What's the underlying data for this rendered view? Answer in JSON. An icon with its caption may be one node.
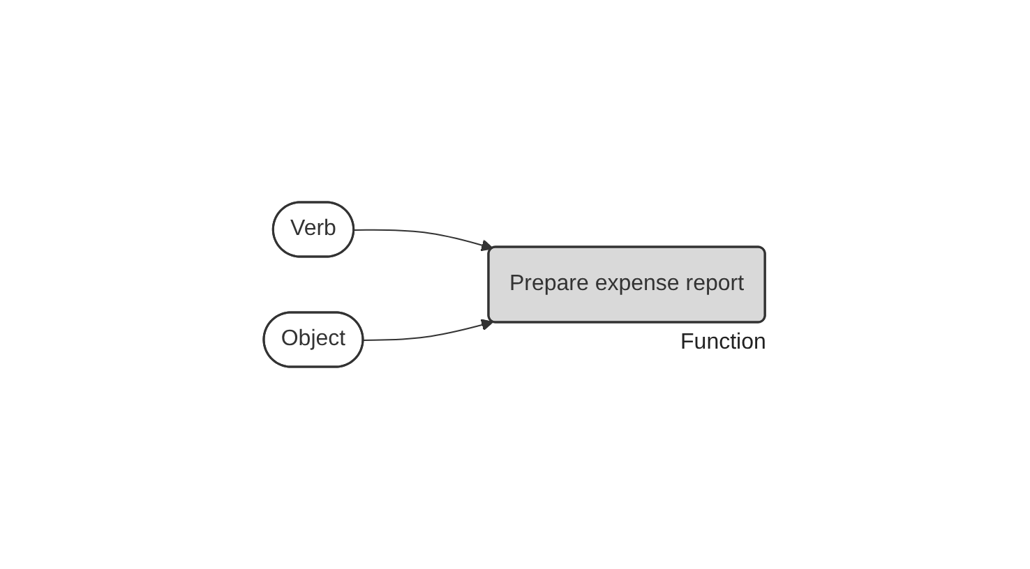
{
  "diagram": {
    "nodes": [
      {
        "text": [
          "Verb"
        ]
      },
      {
        "text": [
          "Object"
        ]
      },
      {
        "text": [
          "Prepare expense report"
        ],
        "beside": [
          "Function"
        ]
      }
    ],
    "edges": [
      {
        "from": 0,
        "to": 2,
        "arrow": "to"
      },
      {
        "from": 1,
        "to": 2,
        "arrow": "to"
      }
    ]
  }
}
